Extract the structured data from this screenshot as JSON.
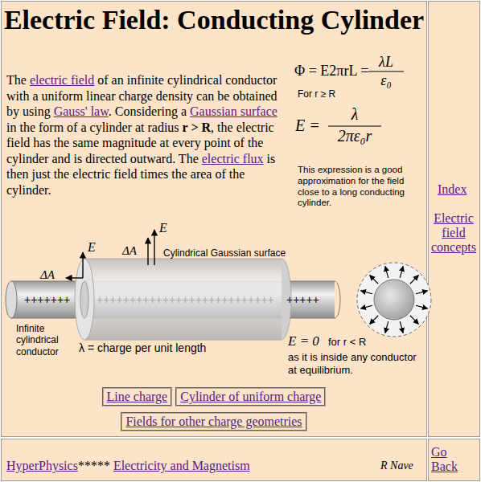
{
  "diagram": {
    "title": "Electric Field: Conducting Cylinder",
    "nodes": [
      {
        "text": [
          "Line charge"
        ]
      },
      {
        "text": [
          "Cylinder of uniform charge"
        ]
      },
      {
        "text": [
          "Fields for other charge geometries"
        ]
      },
      {
        "text": [
          "Index",
          "Electric field concepts"
        ]
      },
      {
        "text": [
          "HyperPhysics",
          "*****",
          "Electricity and Magnetism",
          "R Nave"
        ]
      },
      {
        "text": [
          "Go Back"
        ]
      }
    ],
    "labels": [
      "The",
      "electric field",
      "of an infinite cylindrical conductor with a uniform linear charge density can be obtained by using",
      "Gauss' law",
      ". Considering a",
      "Gaussian surface",
      "in the form of a cylinder at radius",
      "r > R",
      ", the electric field has the same magnitude at every point of the cylinder and is directed outward. The",
      "electric flux",
      "is then just the electric field times the area of the cylinder.",
      "Φ = E2πrL =",
      "λL",
      "ε₀",
      "For r ≥ R",
      "E =",
      "λ",
      "2πε₀r",
      "This expression is a good approximation for the field close to a long conducting cylinder.",
      "E",
      "ΔA",
      "ΔA",
      "E",
      "Cylindrical Gaussian surface",
      "+++++++",
      "+++++++++++++++++++++++++++",
      "+++++",
      "Infinite cylindrical conductor",
      "λ = charge per unit length",
      "E = 0",
      "for r < R",
      "as it is inside any conductor at equilibrium."
    ]
  }
}
